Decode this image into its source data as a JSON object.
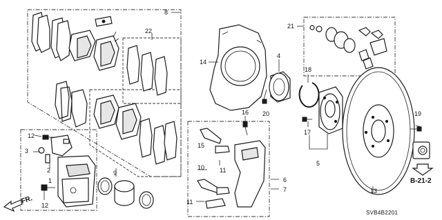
{
  "diagram": {
    "callouts": {
      "c1": "1",
      "c2": "2",
      "c3": "3",
      "c4": "4",
      "c5": "5",
      "c6": "6",
      "c7": "7",
      "c8": "8",
      "c9": "9",
      "c10": "10",
      "c11a": "11",
      "c11b": "11",
      "c12a": "12",
      "c12b": "12",
      "c13": "13",
      "c14": "14",
      "c15": "15",
      "c16": "16",
      "c17": "17",
      "c18": "18",
      "c19": "19",
      "c20": "20",
      "c21": "21",
      "c22": "22"
    },
    "reference_label": "B-21-2",
    "front_label": "FR.",
    "diagram_code": "SVB4B2201"
  }
}
